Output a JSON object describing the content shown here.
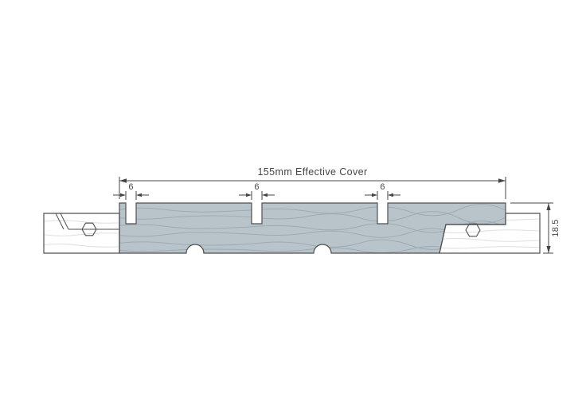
{
  "diagram": {
    "type": "technical-drawing",
    "subject": "cladding-board-profile-cross-section",
    "labels": {
      "effective_cover": "155mm Effective Cover",
      "groove_widths": [
        "6",
        "6",
        "6"
      ],
      "thickness": "18.5"
    },
    "colors": {
      "background": "#ffffff",
      "board_fill": "#b9c4ca",
      "outline": "#4f4f4f",
      "grain_on_board": "#9dabb2",
      "grain_on_white": "#dcdfe0",
      "dimension": "#454545"
    }
  }
}
